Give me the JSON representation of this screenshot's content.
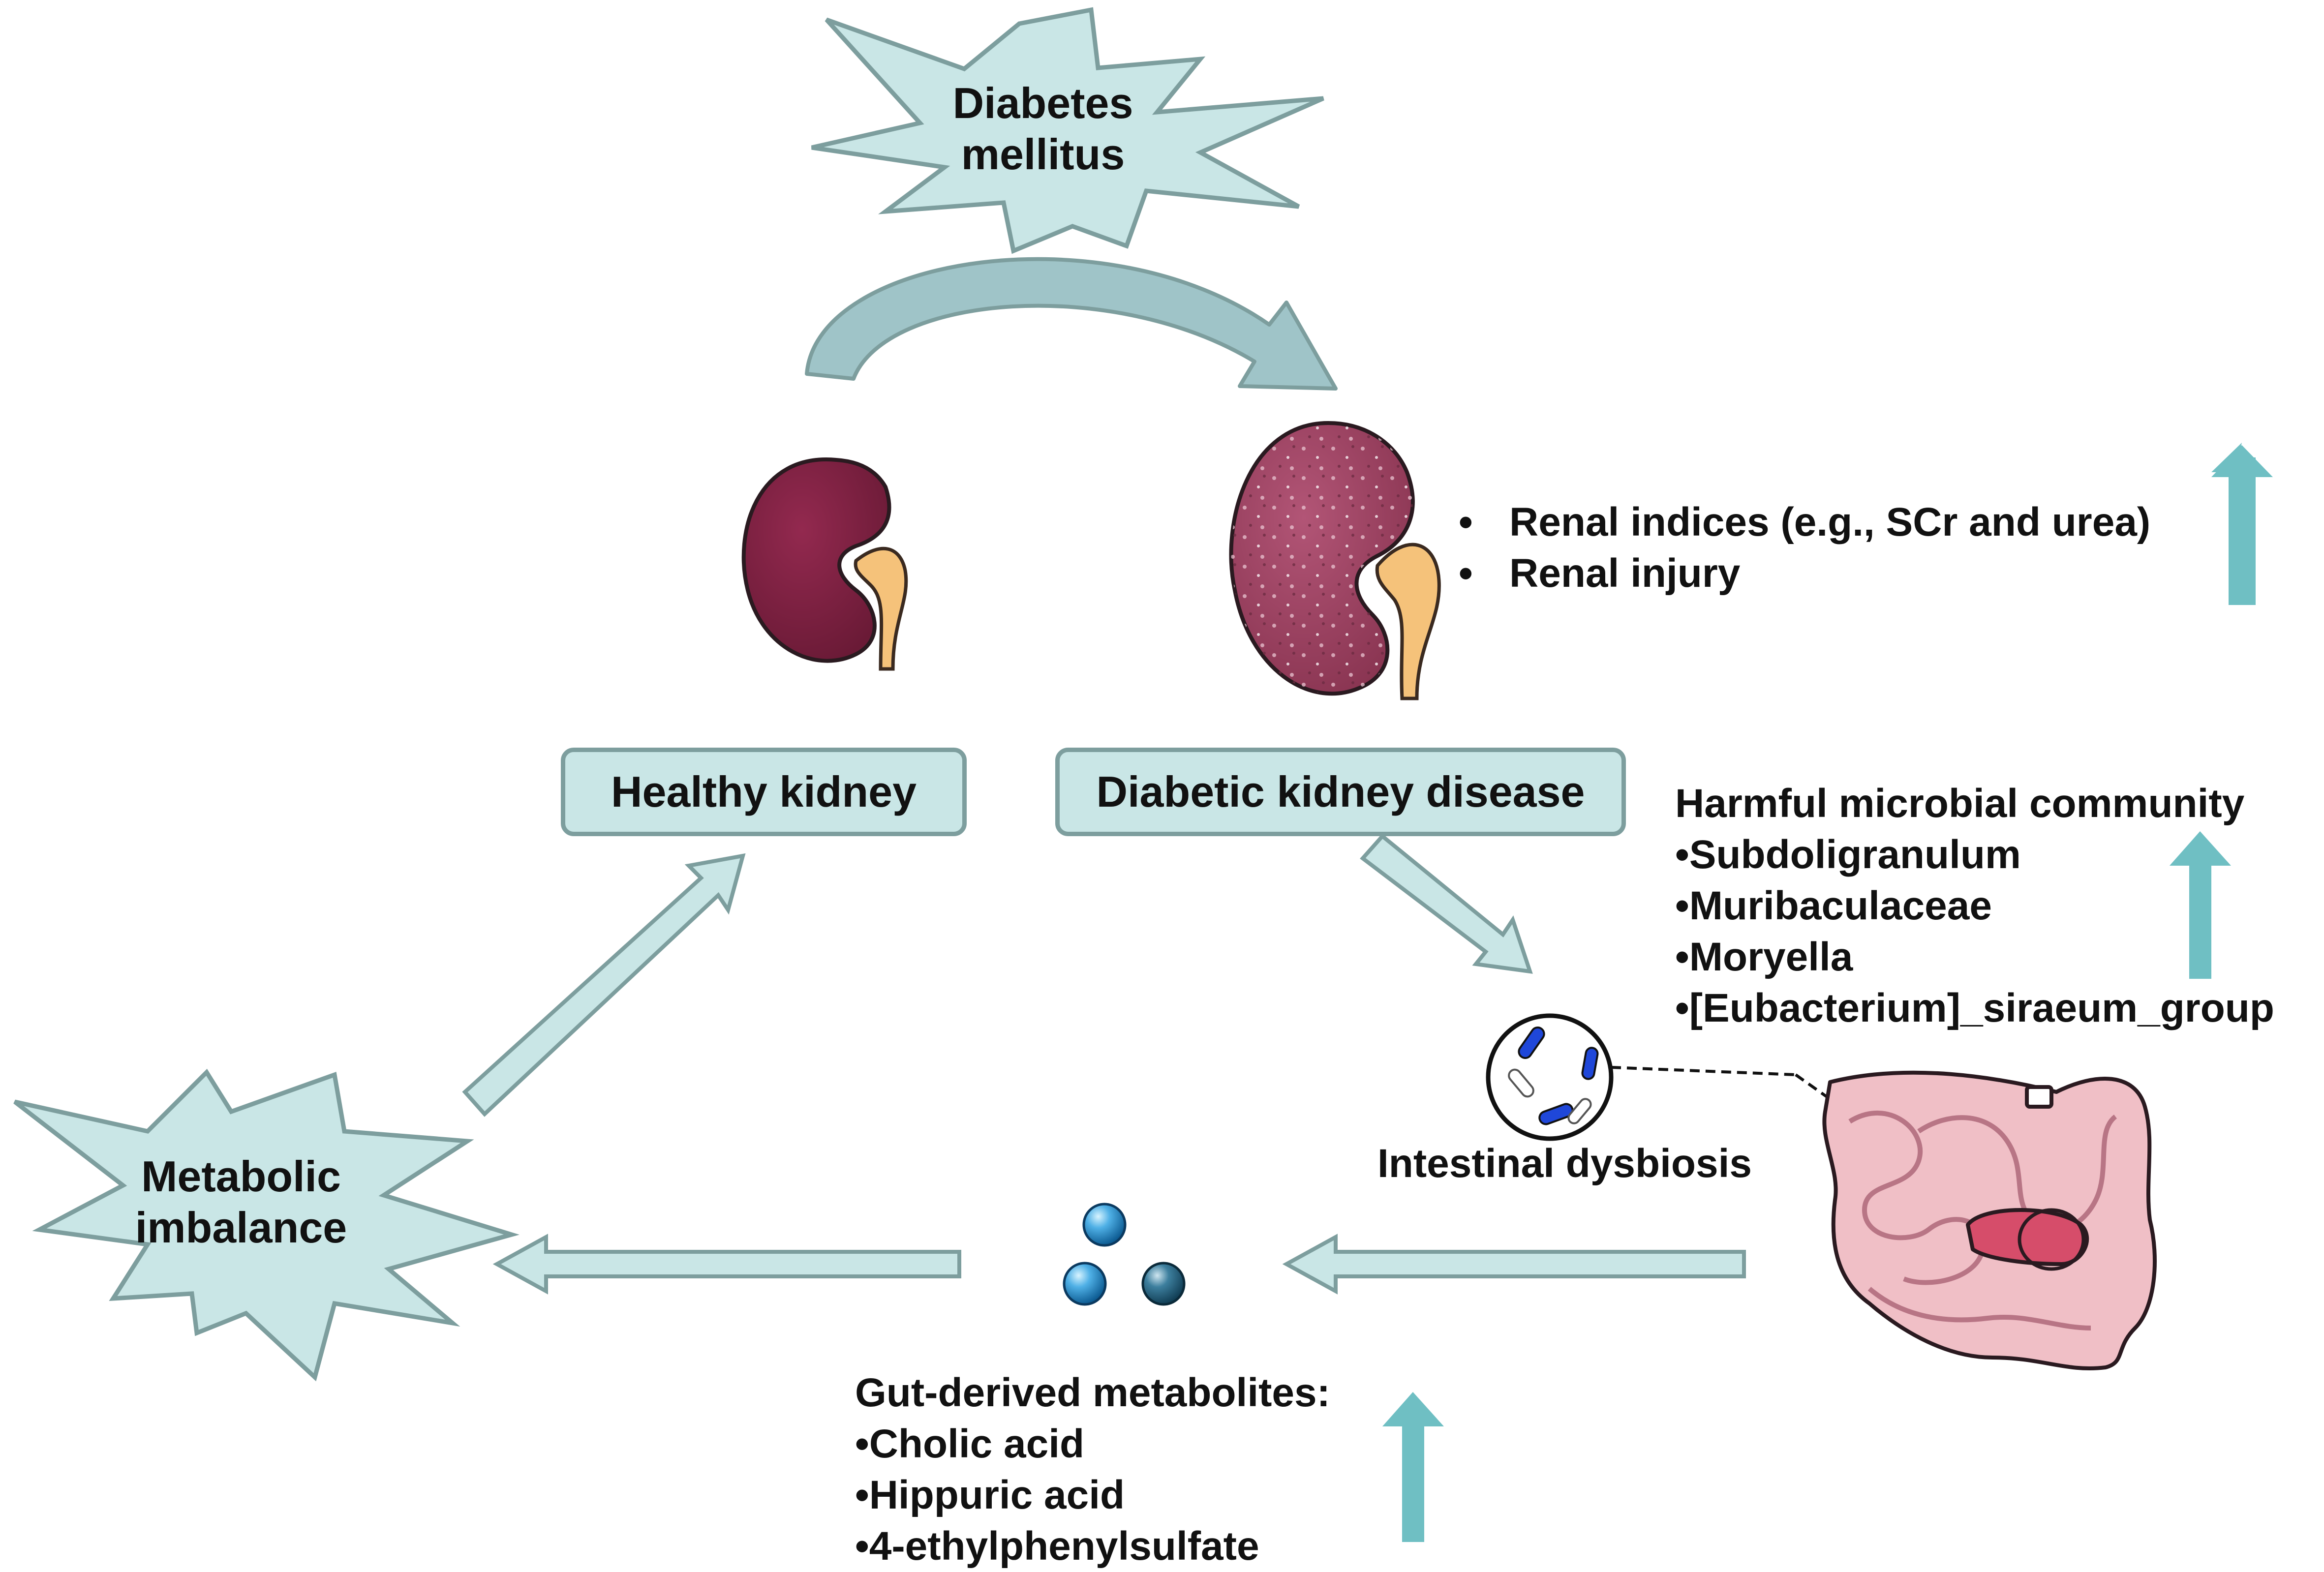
{
  "nodes": {
    "diabetes": [
      "Diabetes",
      "mellitus"
    ],
    "metabolic": [
      "Metabolic",
      "imbalance"
    ],
    "healthy_kidney": "Healthy kidney",
    "dkd": "Diabetic kidney disease",
    "dysbiosis": "Intestinal dysbiosis"
  },
  "renal": {
    "bullet": "•",
    "items": [
      "Renal indices (e.g., SCr and urea)",
      "Renal injury"
    ]
  },
  "microbes": {
    "title": "Harmful microbial community",
    "items": [
      "•Subdoligranulum",
      "•Muribaculaceae",
      "•Moryella",
      "•[Eubacterium]_siraeum_group"
    ]
  },
  "metabolites": {
    "title": "Gut-derived metabolites:",
    "items": [
      "•Cholic acid",
      "•Hippuric acid",
      "•4-ethylphenylsulfate"
    ]
  },
  "colors": {
    "burst_fill": "#c9e6e6",
    "burst_stroke": "#7d9e9e",
    "up_arrow": "#6fbfc3",
    "healthy_kidney": "#7d2040",
    "diseased_kidney": "#9a3f5c",
    "ureter": "#f5c27a"
  },
  "icons": [
    "healthy-kidney-icon",
    "diseased-kidney-icon",
    "bacteria-icon",
    "intestine-icon",
    "metabolite-spheres-icon"
  ]
}
